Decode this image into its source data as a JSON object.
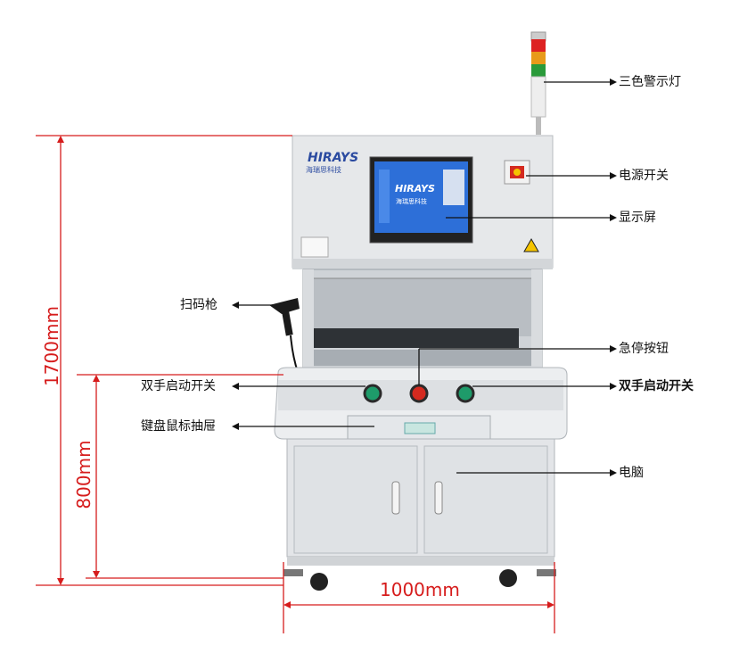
{
  "brand": {
    "logo_text": "HIRAYS",
    "company_cn": "海瑞思科技"
  },
  "screen": {
    "logo_text": "HIRAYS",
    "company_cn": "海瑞思科技"
  },
  "labels": {
    "tower_light": "三色警示灯",
    "power_switch": "电源开关",
    "display": "显示屏",
    "scanner": "扫码枪",
    "estop": "急停按钮",
    "two_hand_left": "双手启动开关",
    "two_hand_right": "双手启动开关",
    "drawer": "键盘鼠标抽屉",
    "computer": "电脑"
  },
  "dimensions": {
    "total_height": "1700mm",
    "lower_height": "800mm",
    "width": "1000mm"
  },
  "colors": {
    "dimension_line": "#d61c1c",
    "machine_body": "#e6e8ea",
    "estop_red": "#d42a1f",
    "start_green": "#1e9b6a",
    "tower_red": "#d22",
    "tower_amber": "#e89a1a",
    "tower_green": "#2a9a3a"
  }
}
